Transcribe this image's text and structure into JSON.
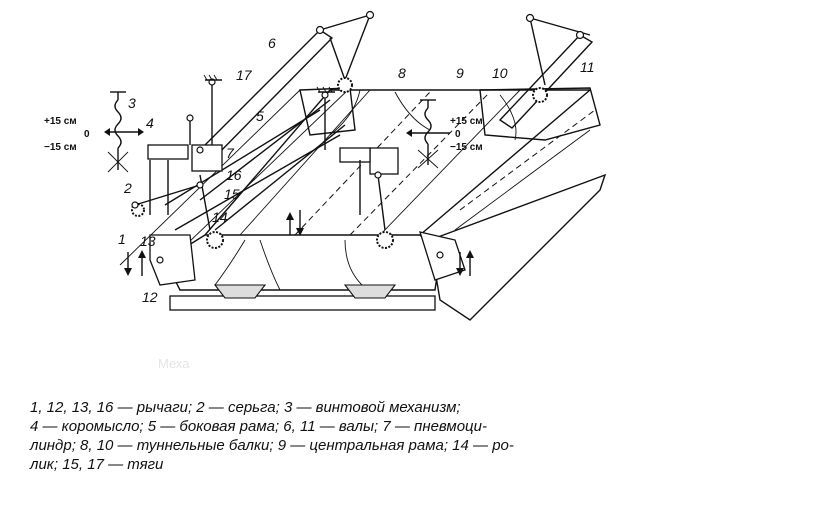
{
  "figure": {
    "scale_left": {
      "top": "+15 см",
      "mid": "0",
      "bottom": "−15 см"
    },
    "scale_right": {
      "top": "+15 см",
      "mid": "0",
      "bottom": "−15 см"
    },
    "ghost_text": "Меха",
    "labels": {
      "l1": "1",
      "l2": "2",
      "l3": "3",
      "l4": "4",
      "l5": "5",
      "l6": "6",
      "l7": "7",
      "l8": "8",
      "l9": "9",
      "l10": "10",
      "l11": "11",
      "l12": "12",
      "l13": "13",
      "l14": "14",
      "l15": "15",
      "l16": "16",
      "l17": "17"
    }
  },
  "caption": {
    "line1": "1, 12, 13, 16 — рычаги; 2 — серьга; 3 — винтовой механизм;",
    "line2": "4 — коромысло; 5 — боковая рама; 6, 11 — валы; 7 — пневмоци-",
    "line3": "линдр; 8, 10 — туннельные балки; 9 — центральная рама; 14 — ро-",
    "line4": "лик; 15, 17 — тяги"
  }
}
